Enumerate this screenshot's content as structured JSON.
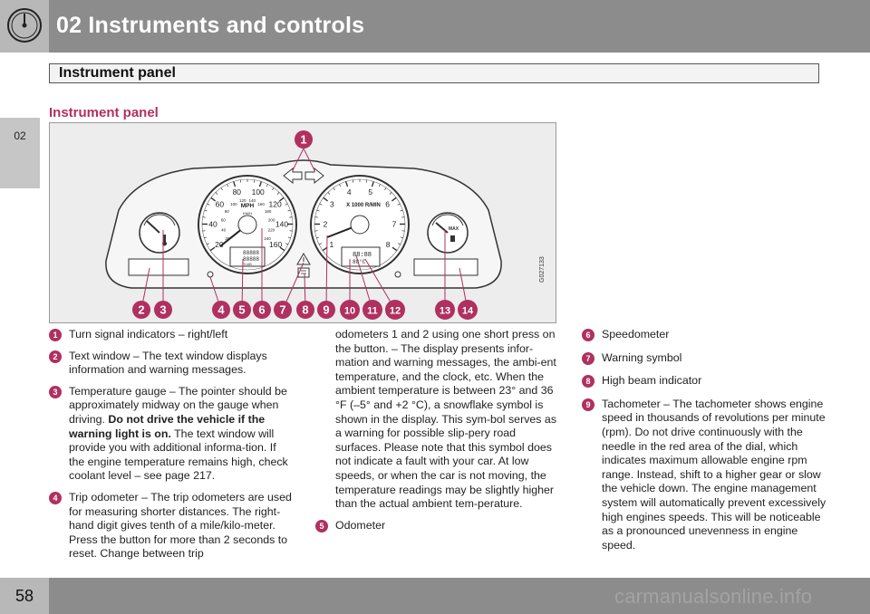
{
  "header": {
    "chapter_title": "02 Instruments and controls",
    "section_title": "Instrument panel",
    "side_tab": "02"
  },
  "page_heading": "Instrument panel",
  "figure": {
    "code": "G027133",
    "callouts": [
      "1",
      "2",
      "3",
      "4",
      "5",
      "6",
      "7",
      "8",
      "9",
      "10",
      "11",
      "12",
      "13",
      "14"
    ],
    "speedo_mph_labels": [
      "20",
      "40",
      "60",
      "80",
      "100",
      "120",
      "140",
      "160"
    ],
    "speedo_kmh_labels": [
      "20",
      "40",
      "60",
      "80",
      "100",
      "120",
      "140",
      "160",
      "180",
      "200",
      "220",
      "240"
    ],
    "speedo_unit_top": "MPH",
    "speedo_unit_bottom": "KM/H",
    "tach_labels": [
      "1",
      "2",
      "3",
      "4",
      "5",
      "6",
      "7",
      "8"
    ],
    "tach_unit": "X 1000 R/MIN",
    "odometer_display": "88888",
    "trip_display": "88888",
    "odo_suffix": "TL/AB",
    "clock_display": "88:88",
    "temp_display": "88°C",
    "fuel_label": "MAX",
    "fuel_icon": "fuel-pump-icon",
    "warning_icon": "warning-triangle-icon",
    "temp_icon": "coolant-thermometer-icon"
  },
  "items": {
    "i1": {
      "num": "1",
      "text": "Turn signal indicators – right/left"
    },
    "i2": {
      "num": "2",
      "text": "Text window – The text window displays information and warning messages."
    },
    "i3": {
      "num": "3",
      "text_a": "Temperature gauge – The pointer should be approximately midway on the gauge when driving. ",
      "text_bold": "Do not drive the vehicle if the warning light is on.",
      "text_b": " The text window will provide you with additional informa-tion. If the engine temperature remains high, check coolant level – see page 217."
    },
    "i4": {
      "num": "4",
      "text": "Trip odometer – The trip odometers are used for measuring shorter distances. The right-hand digit gives tenth of a mile/kilo-meter. Press the button for more than 2 seconds to reset. Change between trip"
    },
    "i4_cont": "odometers 1 and 2 using one short press on the button. – The display presents infor-mation and warning messages, the ambi-ent temperature, and the clock, etc. When the ambient temperature is between 23° and 36 °F (–5° and +2 °C), a snowflake symbol is shown in the display. This sym-bol serves as a warning for possible slip-pery road surfaces. Please note that this symbol does not indicate a fault with your car. At low speeds, or when the car is not moving, the temperature readings may be slightly higher than the actual ambient tem-perature.",
    "i5": {
      "num": "5",
      "text": "Odometer"
    },
    "i6": {
      "num": "6",
      "text": "Speedometer"
    },
    "i7": {
      "num": "7",
      "text": "Warning symbol"
    },
    "i8": {
      "num": "8",
      "text": "High beam indicator"
    },
    "i9": {
      "num": "9",
      "text": "Tachometer – The tachometer shows engine speed in thousands of revolutions per minute (rpm). Do not drive continuously with the needle in the red area of the dial, which indicates maximum allowable engine rpm range. Instead, shift to a higher gear or slow the vehicle down. The engine management system will automatically prevent excessively high engines speeds. This will be noticeable as a pronounced unevenness in engine speed."
    }
  },
  "footer": {
    "page_number": "58",
    "watermark": "carmanualsonline.info"
  },
  "colors": {
    "accent": "#b03060",
    "header_gray": "#8c8c8c",
    "tab_gray": "#b8b8b8"
  }
}
